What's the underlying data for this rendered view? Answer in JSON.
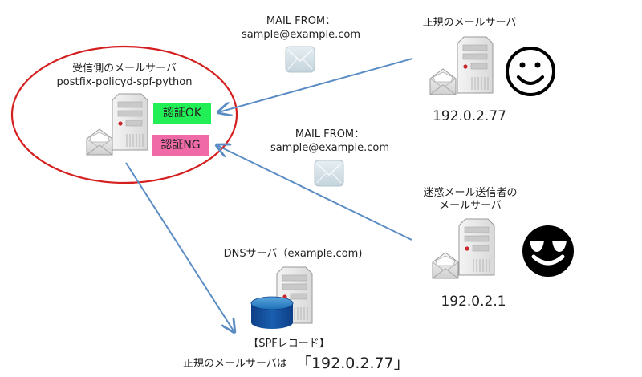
{
  "receiver": {
    "title": "受信側のメールサーバ",
    "software": "postfix-policyd-spf-python",
    "auth_ok": "認証OK",
    "auth_ng": "認証NG",
    "colors": {
      "ok": "#22ee55",
      "ng": "#f06aa8",
      "ellipse": "#d51f1f"
    }
  },
  "legit_sender": {
    "title": "正規のメールサーバ",
    "ip": "192.0.2.77",
    "face": "smiley-face"
  },
  "spam_sender": {
    "title_line1": "迷惑メール送信者の",
    "title_line2": "メールサーバ",
    "ip": "192.0.2.1",
    "face": "sunglasses-face"
  },
  "mail_from_1": {
    "line1": "MAIL FROM：",
    "line2": "sample@example.com"
  },
  "mail_from_2": {
    "line1": "MAIL FROM：",
    "line2": "sample@example.com"
  },
  "dns": {
    "title": "DNSサーバ（example.com)",
    "record_label": "【SPFレコード】",
    "record_prefix": "正規のメールサーバは",
    "record_value": "「192.0.2.77」"
  },
  "arrow_color": "#5b8dc4"
}
